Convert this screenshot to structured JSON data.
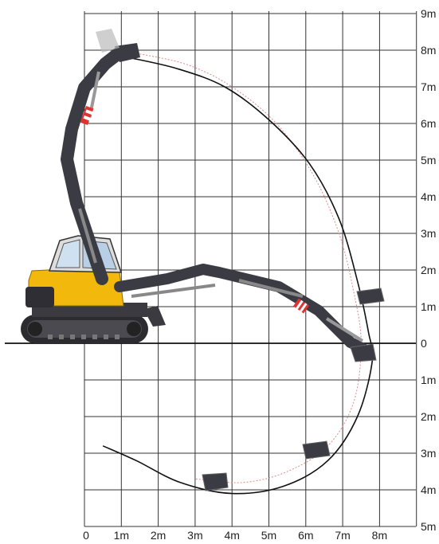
{
  "chart_data": {
    "type": "diagram",
    "x_ticks": [
      "0",
      "1m",
      "2m",
      "3m",
      "4m",
      "5m",
      "6m",
      "7m",
      "8m"
    ],
    "y_ticks_above": [
      "9m",
      "8m",
      "7m",
      "6m",
      "5m",
      "4m",
      "3m",
      "2m",
      "1m",
      "0"
    ],
    "y_ticks_below": [
      "1m",
      "2m",
      "3m",
      "4m",
      "5m"
    ],
    "xlim": [
      0,
      9
    ],
    "ylim": [
      -5,
      9
    ],
    "reach_envelope": [
      [
        1.2,
        7.8
      ],
      [
        2.5,
        7.5
      ],
      [
        3.8,
        7.0
      ],
      [
        5.0,
        6.1
      ],
      [
        6.1,
        4.9
      ],
      [
        6.9,
        3.4
      ],
      [
        7.4,
        1.7
      ],
      [
        7.7,
        0.3
      ],
      [
        7.8,
        -0.5
      ],
      [
        7.4,
        -2.0
      ],
      [
        6.6,
        -3.2
      ],
      [
        5.4,
        -3.9
      ],
      [
        4.0,
        -4.1
      ],
      [
        2.6,
        -3.8
      ],
      [
        1.4,
        -3.2
      ],
      [
        0.5,
        -2.8
      ]
    ],
    "inner_envelope": [
      [
        1.5,
        7.9
      ],
      [
        2.8,
        7.6
      ],
      [
        4.0,
        7.0
      ],
      [
        5.2,
        6.0
      ],
      [
        6.2,
        4.6
      ],
      [
        6.9,
        3.0
      ],
      [
        7.3,
        1.4
      ],
      [
        7.5,
        0.0
      ],
      [
        7.3,
        -1.6
      ],
      [
        6.6,
        -2.8
      ],
      [
        5.5,
        -3.5
      ],
      [
        4.3,
        -3.8
      ],
      [
        3.0,
        -3.7
      ]
    ],
    "colors": {
      "grid": "#333333",
      "envelope": "#111111",
      "inner_envelope": "#e48a8a",
      "body_yellow": "#f2b80b",
      "body_dark": "#3a3a40",
      "arm": "#3b3b44",
      "track": "#2c2c30",
      "glass": "#cfe0f0"
    }
  }
}
